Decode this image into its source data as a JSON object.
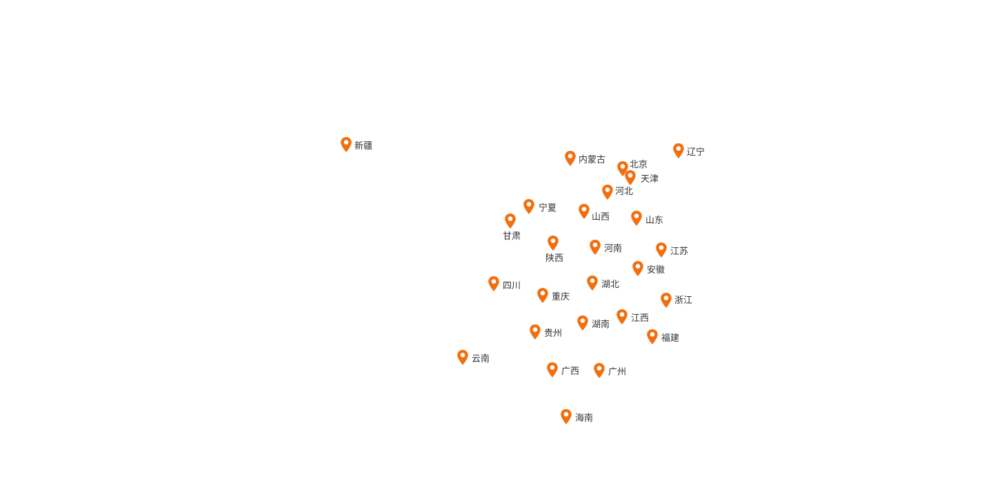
{
  "map": {
    "marker_color": "#f26f0f",
    "marker_icon": "map-pin-icon",
    "markers": [
      {
        "name": "新疆"
      },
      {
        "name": "内蒙古"
      },
      {
        "name": "北京"
      },
      {
        "name": "辽宁"
      },
      {
        "name": "天津"
      },
      {
        "name": "河北"
      },
      {
        "name": "宁夏"
      },
      {
        "name": "山西"
      },
      {
        "name": "山东"
      },
      {
        "name": "甘肃"
      },
      {
        "name": "陕西"
      },
      {
        "name": "河南"
      },
      {
        "name": "江苏"
      },
      {
        "name": "安徽"
      },
      {
        "name": "四川"
      },
      {
        "name": "湖北"
      },
      {
        "name": "重庆"
      },
      {
        "name": "浙江"
      },
      {
        "name": "江西"
      },
      {
        "name": "湖南"
      },
      {
        "name": "贵州"
      },
      {
        "name": "福建"
      },
      {
        "name": "云南"
      },
      {
        "name": "广西"
      },
      {
        "name": "广州"
      },
      {
        "name": "海南"
      }
    ]
  }
}
